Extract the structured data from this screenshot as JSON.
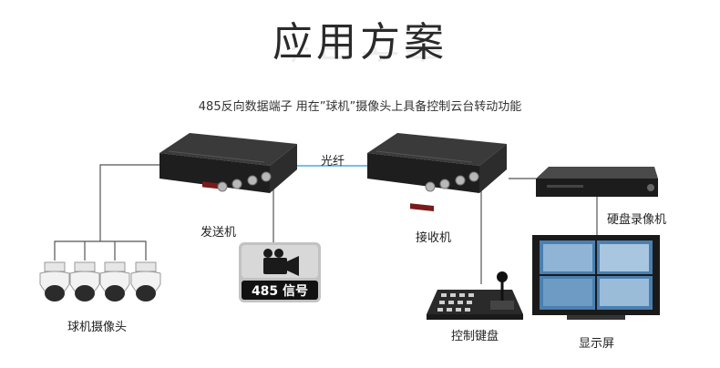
{
  "heading": {
    "title": "应用方案",
    "subtitle": "485反向数据端子 用在”球机”摄像头上具备控制云台转动功能"
  },
  "labels": {
    "fiber": "光纤",
    "transmitter": "发送机",
    "receiver": "接收机",
    "dvr": "硬盘录像机",
    "cameras": "球机摄像头",
    "keyboard": "控制键盘",
    "monitor": "显示屏"
  },
  "badge": {
    "text": "485 信号",
    "icon": "video-camera-icon"
  },
  "colors": {
    "line": "#555555",
    "fiber_line": "#5fb8e6",
    "device_body": "#1e1e1e"
  }
}
